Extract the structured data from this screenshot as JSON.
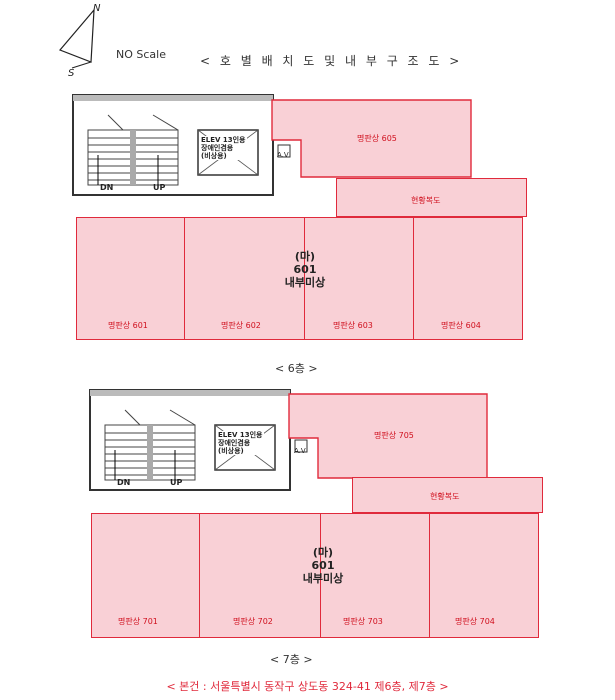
{
  "header": {
    "compass_north": "N",
    "compass_south": "S",
    "scale_label": "NO Scale",
    "title": "< 호 별 배 치 도 및 내 부 구 조 도 >"
  },
  "floors": [
    {
      "floor_label": "< 6층 >",
      "core": {
        "dn": "DN",
        "up": "UP",
        "elev_line1": "ELEV 13인용",
        "elev_line2": "장애인겸용",
        "elev_line3": "(비상용)",
        "av": "A.V"
      },
      "corridor": "현황복도",
      "center_line1": "(마)",
      "center_line2": "601",
      "center_line3": "내부미상",
      "units": [
        "명판상 605",
        "명판상 601",
        "명판상 602",
        "명판상 603",
        "명판상 604"
      ]
    },
    {
      "floor_label": "< 7층 >",
      "core": {
        "dn": "DN",
        "up": "UP",
        "elev_line1": "ELEV 13인용",
        "elev_line2": "장애인겸용",
        "elev_line3": "(비상용)",
        "av": "A.V"
      },
      "corridor": "현황복도",
      "center_line1": "(마)",
      "center_line2": "601",
      "center_line3": "내부미상",
      "units": [
        "명판상 705",
        "명판상 701",
        "명판상 702",
        "명판상 703",
        "명판상 704"
      ]
    }
  ],
  "footer": "< 본건 : 서울특별시 동작구 상도동 324-41 제6층, 제7층 >",
  "colors": {
    "unit_fill": "#f9d0d6",
    "unit_border": "#e02a3c",
    "label_red": "#d0101e"
  }
}
